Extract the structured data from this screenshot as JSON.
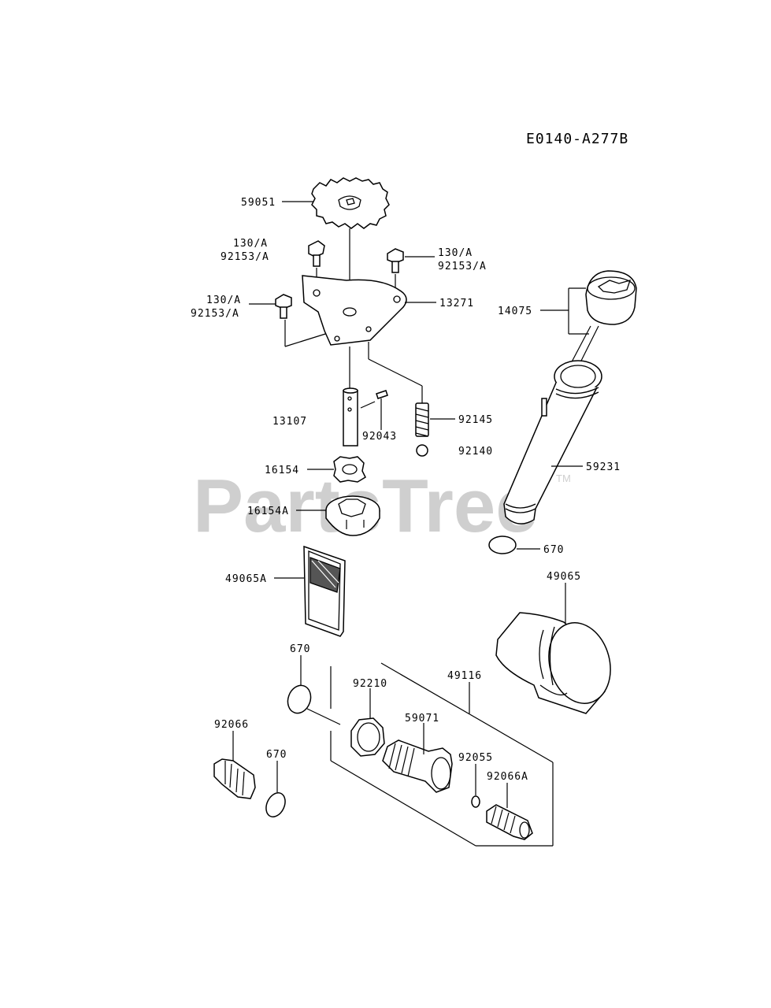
{
  "diagram_code": "E0140-A277B",
  "watermark": {
    "text": "PartsTree",
    "tm": "TM"
  },
  "labels": {
    "p59051": "59051",
    "p130a_1": "130/A",
    "p92153a_1": "92153/A",
    "p130a_2": "130/A",
    "p92153a_2": "92153/A",
    "p130a_3": "130/A",
    "p92153a_3": "92153/A",
    "p13271": "13271",
    "p14075": "14075",
    "p13107": "13107",
    "p92043": "92043",
    "p92145": "92145",
    "p92140": "92140",
    "p16154": "16154",
    "p16154a": "16154A",
    "p59231": "59231",
    "p670_1": "670",
    "p49065a": "49065A",
    "p49065": "49065",
    "p670_2": "670",
    "p49116": "49116",
    "p92210": "92210",
    "p59071": "59071",
    "p92066": "92066",
    "p670_3": "670",
    "p92055": "92055",
    "p92066a": "92066A"
  }
}
